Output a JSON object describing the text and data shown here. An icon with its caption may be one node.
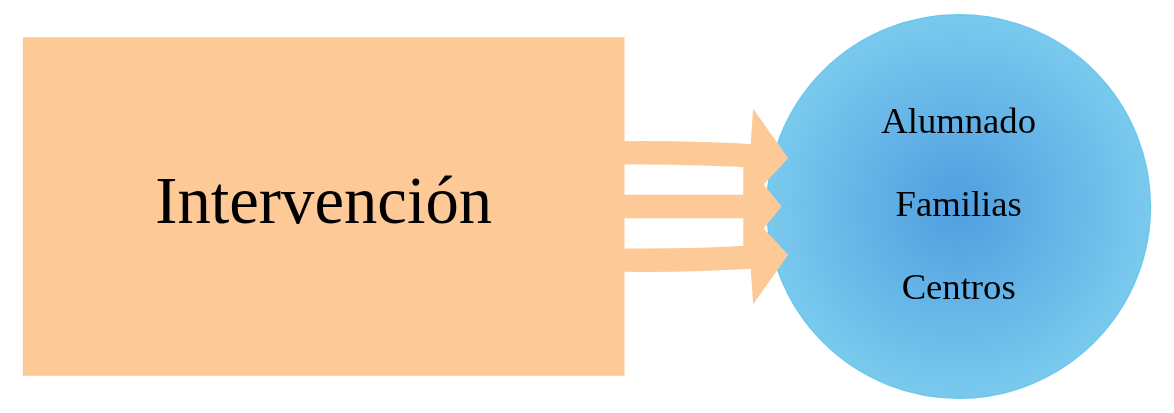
{
  "diagram": {
    "nodes": [
      {
        "text": [
          "Intervención"
        ]
      },
      {
        "text": [
          "Alumnado",
          "Familias",
          "Centros"
        ]
      }
    ],
    "edges": [
      {
        "from": 0,
        "to": 1,
        "arrow": "to"
      },
      {
        "from": 0,
        "to": 1,
        "arrow": "to"
      },
      {
        "from": 0,
        "to": 1,
        "arrow": "to"
      }
    ]
  }
}
